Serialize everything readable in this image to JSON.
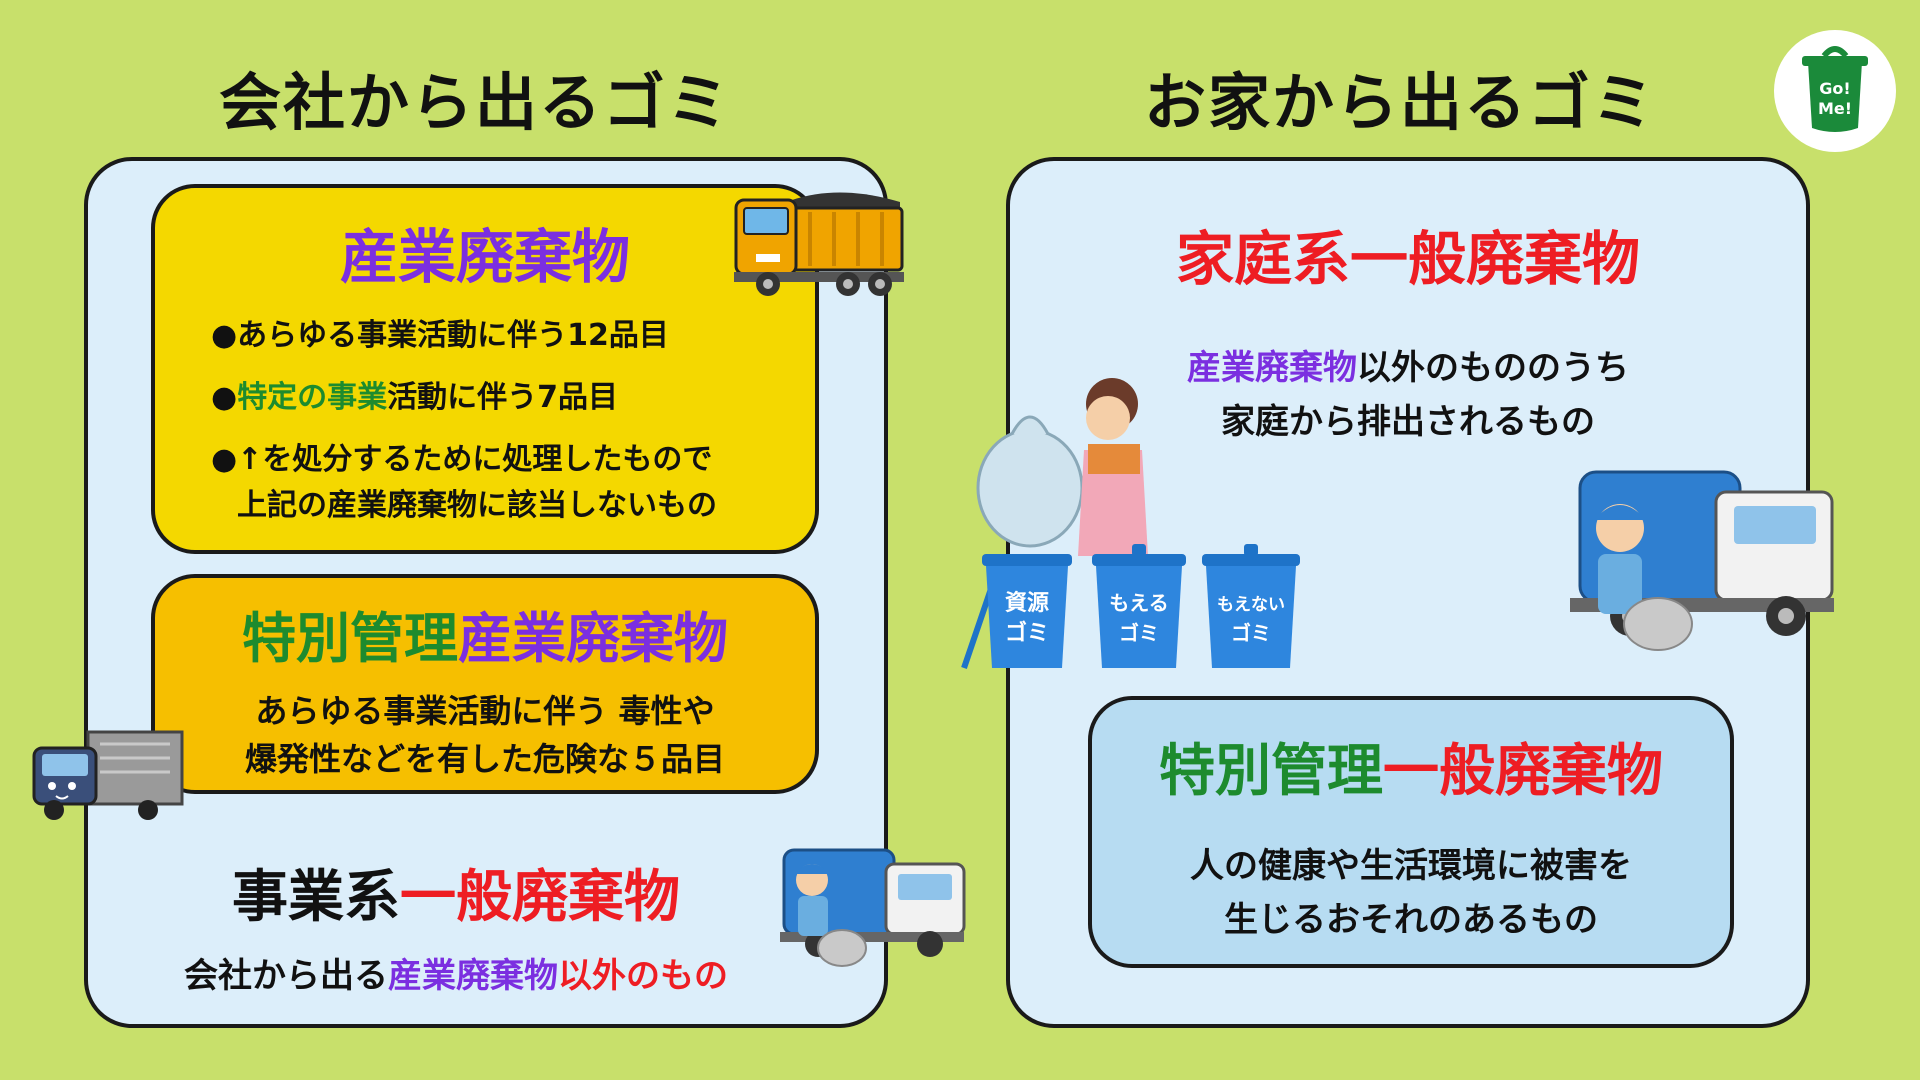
{
  "headings": {
    "company": "会社から出るゴミ",
    "home": "お家から出るゴミ"
  },
  "logo": {
    "text_line1": "Go!",
    "text_line2": "Me!",
    "color": "#1b8a3a"
  },
  "colors": {
    "background": "#c8e06b",
    "panel": "#dceefa",
    "industrial_box": "#f4d800",
    "special_box": "#f6bf00",
    "special_home_box": "#b7dcf2",
    "purple": "#7b2fe0",
    "green": "#1d8b2e",
    "red": "#ee1d23"
  },
  "company": {
    "industrial": {
      "title": "産業廃棄物",
      "bullet1": "●あらゆる事業活動に伴う12品目",
      "bullet2_dot": "●",
      "bullet2_green": "特定の事業",
      "bullet2_rest": "活動に伴う7品目",
      "bullet3_line1": "●↑を処分するために処理したもので",
      "bullet3_line2": "上記の産業廃棄物に該当しないもの"
    },
    "special": {
      "title_green": "特別管理",
      "title_purple": "産業廃棄物",
      "line1": "あらゆる事業活動に伴う 毒性や",
      "line2": "爆発性などを有した危険な５品目"
    },
    "business_general": {
      "title_black": "事業系",
      "title_red": "一般廃棄物",
      "desc_black": "会社から出る",
      "desc_purple": "産業廃棄物",
      "desc_red": "以外のもの"
    }
  },
  "home": {
    "household": {
      "title": "家庭系一般廃棄物",
      "desc_purple": "産業廃棄物",
      "desc_rest": "以外のもののうち",
      "desc_line2": "家庭から排出されるもの"
    },
    "bins": [
      {
        "line1": "資源",
        "line2": "ゴミ"
      },
      {
        "line1": "もえる",
        "line2": "ゴミ"
      },
      {
        "line1": "もえない",
        "line2": "ゴミ"
      }
    ],
    "special": {
      "title_green": "特別管理",
      "title_red": "一般廃棄物",
      "line1": "人の健康や生活環境に被害を",
      "line2": "生じるおそれのあるもの"
    }
  }
}
